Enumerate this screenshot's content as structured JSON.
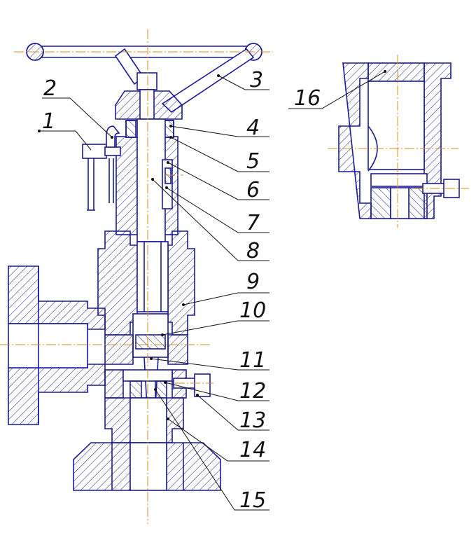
{
  "labels": {
    "l1": "1",
    "l2": "2",
    "l3": "3",
    "l4": "4",
    "l5": "5",
    "l6": "6",
    "l7": "7",
    "l8": "8",
    "l9": "9",
    "l10": "10",
    "l11": "11",
    "l12": "12",
    "l13": "13",
    "l14": "14",
    "l15": "15",
    "l16": "16"
  },
  "colors": {
    "outline": "#1a1a99",
    "axis": "#d98c1a",
    "leader": "#111111"
  }
}
